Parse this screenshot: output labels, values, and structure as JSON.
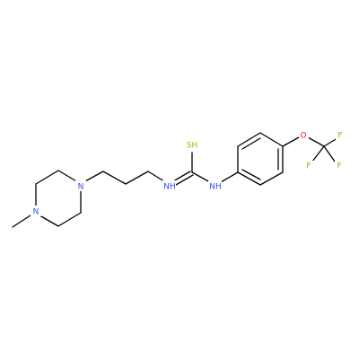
{
  "molecule": {
    "colors": {
      "bond": "#000000",
      "N": "#3050F8",
      "S": "#B2B200",
      "O": "#FF0D0D",
      "F": "#90B020"
    },
    "atom_labels": {
      "n_piperazine_1": "N",
      "n_piperazine_2": "N",
      "nh_1": "NH",
      "nh_2": "NH",
      "sh": "SH",
      "o": "O",
      "f_1": "F",
      "f_2": "F",
      "f_3": "F"
    }
  }
}
